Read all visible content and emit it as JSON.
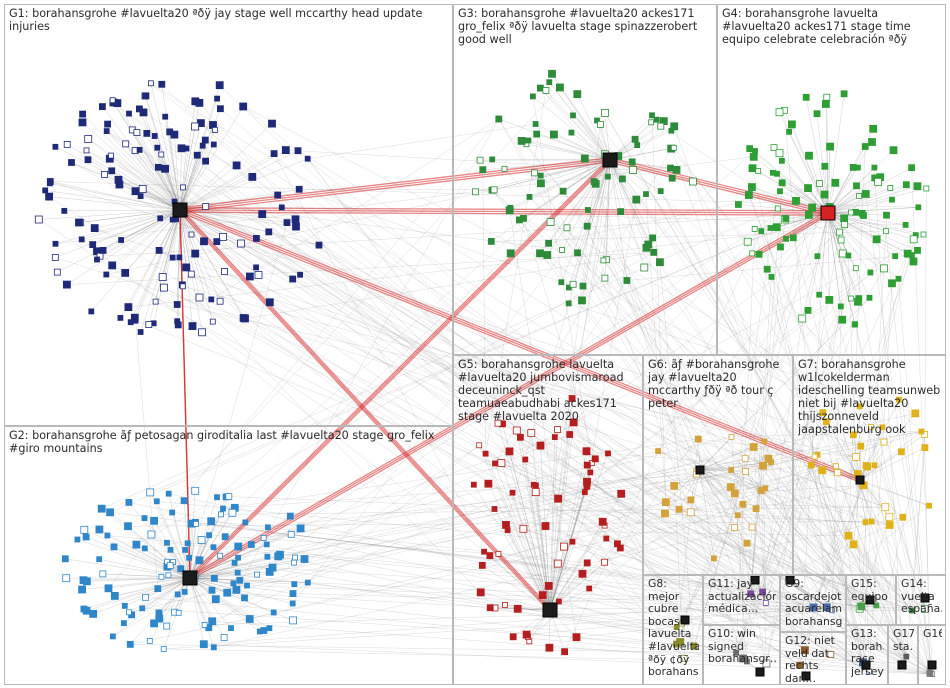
{
  "groups": [
    {
      "id": "g1",
      "label": "G1: borahansgrohe #lavuelta20 ªðÿ jay stage well mccarthy head update injuries",
      "color": "#1e2a78"
    },
    {
      "id": "g2",
      "label": "G2: borahansgrohe ãƒ petosagan giroditalia last #lavuelta20 stage gro_felix #giro mountains",
      "color": "#2f86c8"
    },
    {
      "id": "g3",
      "label": "G3: borahansgrohe #lavuelta20 ackes171 gro_felix ªðÿ lavuelta stage spinazzerobert good well",
      "color": "#2e8b3a"
    },
    {
      "id": "g4",
      "label": "G4: borahansgrohe lavuelta #lavuelta20 ackes171 stage time equipo celebrate celebración ªðÿ",
      "color": "#2e9e35"
    },
    {
      "id": "g5",
      "label": "G5: borahansgrohe lavuelta #lavuelta20 jumbovismaroad deceuninck_qst teamuaeabudhabi ackes171 stage #lavuelta 2020",
      "color": "#b51e1e"
    },
    {
      "id": "g6",
      "label": "G6: ãƒ #borahansgrohe jay #lavuelta20 mccarthy ƒðÿ ªð tour ç peter",
      "color": "#d4a23a"
    },
    {
      "id": "g7",
      "label": "G7: borahansgrohe w1lcokelderman ideschelling teamsunweb niet bij #lavuelta20 thijszonneveld jaapstalenburg ook",
      "color": "#e0b21a"
    },
    {
      "id": "g8",
      "label": "G8: mejor cubre bocas lavuelta #lavuelta… ªðÿ ¢ðÿ borahans…",
      "color": "#8a8a2a"
    },
    {
      "id": "g11",
      "label": "G11: jay actualización médica…",
      "color": "#7a4a9a"
    },
    {
      "id": "g9",
      "label": "G9: oscardejota acuarelam… borahansg…",
      "color": "#4a6aa8"
    },
    {
      "id": "g15",
      "label": "G15: equipo",
      "color": "#4aa04a"
    },
    {
      "id": "g14",
      "label": "G14: vuelta españa…",
      "color": "#3a7a3a"
    },
    {
      "id": "g10",
      "label": "G10: win signed borahansgr…",
      "color": "#6a6a6a"
    },
    {
      "id": "g12",
      "label": "G12: niet veld dat rechts dan…",
      "color": "#8a5a2a"
    },
    {
      "id": "g13",
      "label": "G13: borah… race jersey…",
      "color": "#3a5a8a"
    },
    {
      "id": "g17",
      "label": "G17: sta…",
      "color": "#5a5a5a"
    },
    {
      "id": "g16",
      "label": "G16",
      "color": "#7a7a7a"
    }
  ],
  "colors": {
    "edge": "#7a7a7a",
    "heavy_edge": "#d62222",
    "box_border": "#b9b9b9"
  }
}
